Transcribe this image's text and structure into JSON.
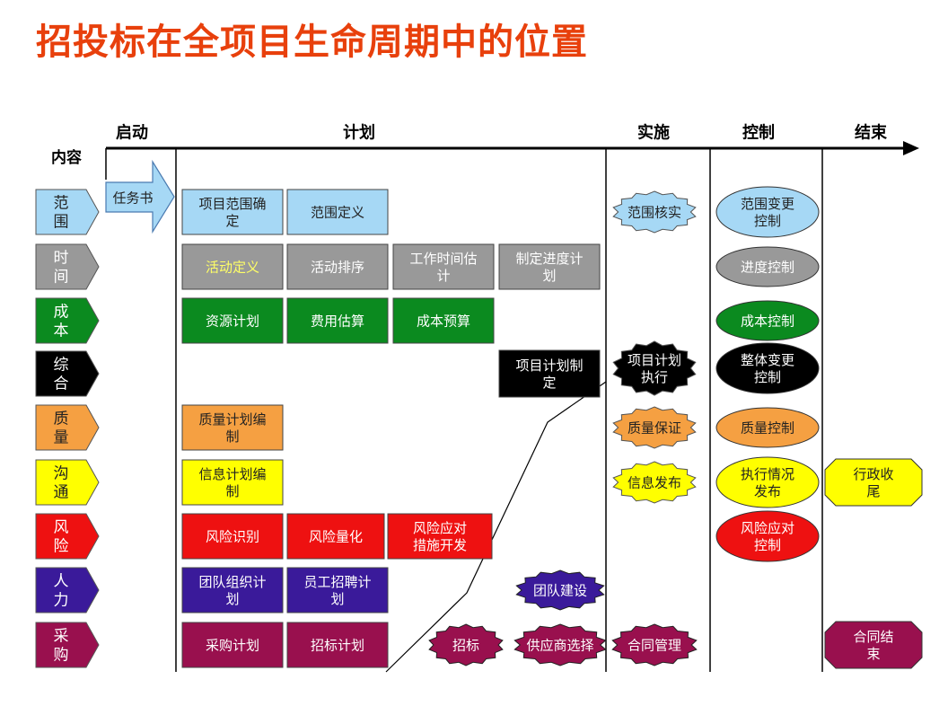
{
  "title": "招投标在全项目生命周期中的位置",
  "content_label": "内容",
  "phases": [
    "启动",
    "计划",
    "实施",
    "控制",
    "结束"
  ],
  "colors": {
    "title": "#e8400c",
    "scope": "#a6d8f5",
    "time": "#999999",
    "cost": "#0b8a1f",
    "integration": "#000000",
    "quality": "#f5a042",
    "communication": "#ffff00",
    "risk": "#ee1111",
    "hr": "#3a1a9a",
    "procurement": "#99104e"
  },
  "rows": [
    {
      "label": "范围",
      "color": "#a6d8f5",
      "text": "#222222"
    },
    {
      "label": "时间",
      "color": "#999999",
      "text": "#ffffff"
    },
    {
      "label": "成本",
      "color": "#0b8a1f",
      "text": "#ffffff"
    },
    {
      "label": "综合",
      "color": "#000000",
      "text": "#ffffff"
    },
    {
      "label": "质量",
      "color": "#f5a042",
      "text": "#222222"
    },
    {
      "label": "沟通",
      "color": "#ffff00",
      "text": "#222222"
    },
    {
      "label": "风险",
      "color": "#ee1111",
      "text": "#ffffff"
    },
    {
      "label": "人力",
      "color": "#3a1a9a",
      "text": "#ffffff"
    },
    {
      "label": "采购",
      "color": "#99104e",
      "text": "#ffffff"
    }
  ],
  "initiation": {
    "label": "任务书",
    "color": "#a6d8f5"
  },
  "planning": [
    {
      "row": 0,
      "col": 0,
      "text": [
        "项目范围确",
        "定"
      ]
    },
    {
      "row": 0,
      "col": 1,
      "text": [
        "范围定义"
      ]
    },
    {
      "row": 1,
      "col": 0,
      "text": [
        "活动定义"
      ],
      "fg": "#ffff66"
    },
    {
      "row": 1,
      "col": 1,
      "text": [
        "活动排序"
      ],
      "fg": "#ffffff"
    },
    {
      "row": 1,
      "col": 2,
      "text": [
        "工作时间估",
        "计"
      ],
      "fg": "#ffffff"
    },
    {
      "row": 1,
      "col": 3,
      "text": [
        "制定进度计",
        "划"
      ],
      "fg": "#ffffff"
    },
    {
      "row": 2,
      "col": 0,
      "text": [
        "资源计划"
      ]
    },
    {
      "row": 2,
      "col": 1,
      "text": [
        "费用估算"
      ]
    },
    {
      "row": 2,
      "col": 2,
      "text": [
        "成本预算"
      ]
    },
    {
      "row": 3,
      "col": 3,
      "text": [
        "项目计划制",
        "定"
      ]
    },
    {
      "row": 4,
      "col": 0,
      "text": [
        "质量计划编",
        "制"
      ]
    },
    {
      "row": 5,
      "col": 0,
      "text": [
        "信息计划编",
        "制"
      ]
    },
    {
      "row": 6,
      "col": 0,
      "text": [
        "风险识别"
      ]
    },
    {
      "row": 6,
      "col": 1,
      "text": [
        "风险量化"
      ]
    },
    {
      "row": 6,
      "col": 2,
      "text": [
        "风险应对",
        "措施开发"
      ]
    },
    {
      "row": 7,
      "col": 0,
      "text": [
        "团队组织计",
        "划"
      ]
    },
    {
      "row": 7,
      "col": 1,
      "text": [
        "员工招聘计",
        "划"
      ]
    },
    {
      "row": 8,
      "col": 0,
      "text": [
        "采购计划"
      ]
    },
    {
      "row": 8,
      "col": 1,
      "text": [
        "招标计划"
      ]
    }
  ],
  "execution": [
    {
      "row": 0,
      "text": [
        "范围核实"
      ]
    },
    {
      "row": 3,
      "text": [
        "项目计划",
        "执行"
      ]
    },
    {
      "row": 4,
      "text": [
        "质量保证"
      ]
    },
    {
      "row": 5,
      "text": [
        "信息发布"
      ]
    }
  ],
  "team_building": {
    "text": [
      "团队建设"
    ]
  },
  "procurement_exec": [
    {
      "text": [
        "招标"
      ]
    },
    {
      "text": [
        "供应商选择"
      ]
    },
    {
      "text": [
        "合同管理"
      ]
    }
  ],
  "control": [
    {
      "row": 0,
      "text": [
        "范围变更",
        "控制"
      ]
    },
    {
      "row": 1,
      "text": [
        "进度控制"
      ]
    },
    {
      "row": 2,
      "text": [
        "成本控制"
      ]
    },
    {
      "row": 3,
      "text": [
        "整体变更",
        "控制"
      ]
    },
    {
      "row": 4,
      "text": [
        "质量控制"
      ]
    },
    {
      "row": 5,
      "text": [
        "执行情况",
        "发布"
      ]
    },
    {
      "row": 6,
      "text": [
        "风险应对",
        "控制"
      ]
    }
  ],
  "closing": [
    {
      "row": 5,
      "text": [
        "行政收",
        "尾"
      ]
    },
    {
      "row": 8,
      "text": [
        "合同结",
        "束"
      ]
    }
  ]
}
